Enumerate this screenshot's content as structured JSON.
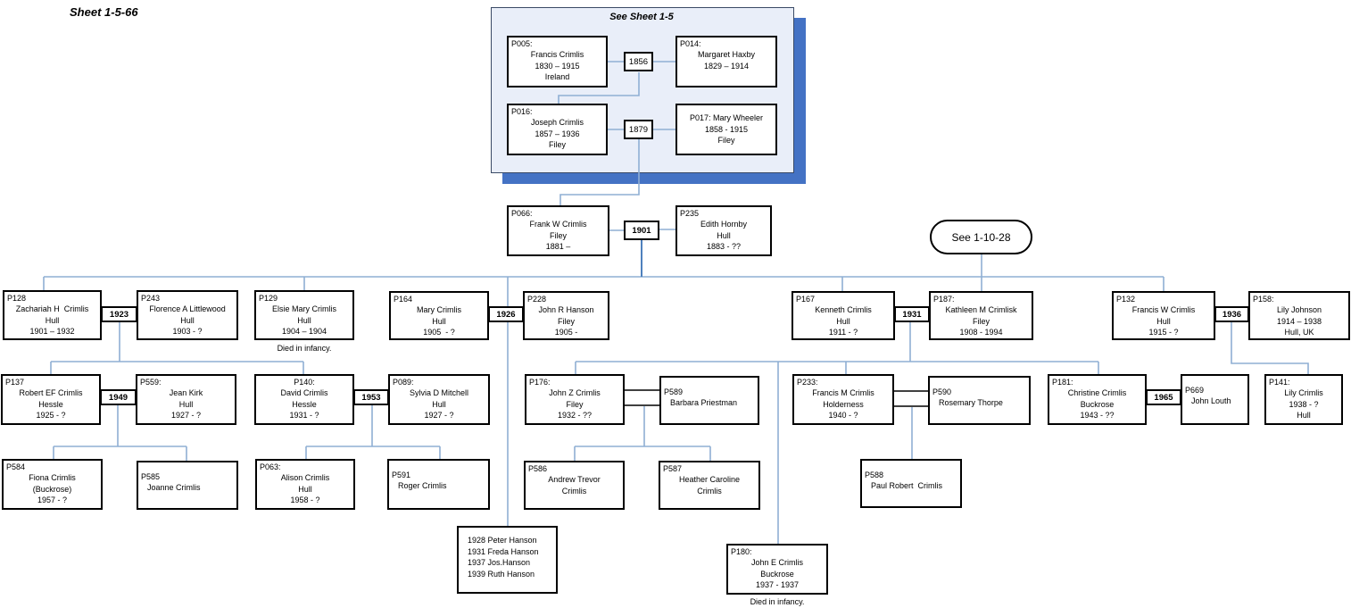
{
  "title": "Sheet 1-5-66",
  "panel": {
    "title": "See Sheet 1-5"
  },
  "oval": {
    "label": "See 1-10-28"
  },
  "persons": {
    "p005": {
      "id": "P005:",
      "body": "Francis Crimlis\n1830 – 1915\nIreland"
    },
    "p014": {
      "id": "P014:",
      "body": "Margaret Haxby\n1829 – 1914"
    },
    "p016": {
      "id": "P016:",
      "body": "Joseph Crimlis\n1857 – 1936\nFiley"
    },
    "p017": {
      "id": "",
      "body": "P017: Mary Wheeler\n1858 - 1915\nFiley"
    },
    "p066": {
      "id": "P066:",
      "body": "Frank W Crimlis\nFiley\n1881 –"
    },
    "p235": {
      "id": "P235",
      "body": "Edith Hornby\nHull\n1883 - ??"
    },
    "p128": {
      "id": "P128",
      "body": "Zachariah H  Crimlis\nHull\n1901 – 1932"
    },
    "p243": {
      "id": "P243",
      "body": "Florence A Littlewood\nHull\n1903 - ?"
    },
    "p129": {
      "id": "P129",
      "body": "Elsie Mary Crimlis\nHull\n1904 – 1904"
    },
    "p164": {
      "id": "P164",
      "body": "Mary Crimlis\nHull\n1905  - ?"
    },
    "p228": {
      "id": "P228",
      "body": "John R Hanson\nFiley\n1905 -"
    },
    "p167": {
      "id": "P167",
      "body": "Kenneth Crimlis\nHull\n1911 - ?"
    },
    "p187": {
      "id": "P187:",
      "body": "Kathleen M Crimlisk\nFiley\n1908 - 1994"
    },
    "p132": {
      "id": "P132",
      "body": "Francis W Crimlis\nHull\n1915 - ?"
    },
    "p158": {
      "id": "P158:",
      "body": "Lily Johnson\n1914 – 1938\nHull, UK"
    },
    "p137": {
      "id": "P137",
      "body": "Robert EF Crimlis\nHessle\n1925 - ?"
    },
    "p559": {
      "id": "P559:",
      "body": "Jean Kirk\nHull\n1927 - ?"
    },
    "p140": {
      "id": "P140:",
      "body": "David Crimlis\nHessle\n1931 - ?"
    },
    "p089": {
      "id": "P089:",
      "body": "Sylvia D Mitchell\nHull\n1927 - ?"
    },
    "p176": {
      "id": "P176:",
      "body": "John Z Crimlis\nFiley\n1932 - ??"
    },
    "p589": {
      "id": "P589",
      "body": "Barbara Priestman"
    },
    "p233": {
      "id": "P233:",
      "body": "Francis M Crimlis\nHolderness\n1940 - ?"
    },
    "p590": {
      "id": "P590",
      "body": "Rosemary Thorpe"
    },
    "p181": {
      "id": "P181:",
      "body": "Christine Crimlis\nBuckrose\n1943 - ??"
    },
    "p669": {
      "id": "P669",
      "body": "John Louth"
    },
    "p141": {
      "id": "P141:",
      "body": "Lily Crimlis\n1938 - ?\nHull"
    },
    "p584": {
      "id": "P584",
      "body": "Fiona Crimlis\n(Buckrose)\n1957 - ?"
    },
    "p585": {
      "id": "P585",
      "body": "Joanne Crimlis"
    },
    "p063": {
      "id": "P063:",
      "body": "Alison Crimlis\nHull\n1958 - ?"
    },
    "p591": {
      "id": "P591",
      "body": "Roger Crimlis"
    },
    "p586": {
      "id": "P586",
      "body": "Andrew Trevor\nCrimlis"
    },
    "p587": {
      "id": "P587",
      "body": "Heather Caroline\nCrimlis"
    },
    "p588": {
      "id": "P588",
      "body": "Paul Robert  Crimlis"
    },
    "p180": {
      "id": "P180:",
      "body": "John E Crimlis\nBuckrose\n1937 - 1937"
    }
  },
  "marriages": {
    "y1856": "1856",
    "y1879": "1879",
    "y1901": "1901",
    "y1923": "1923",
    "y1926": "1926",
    "y1931": "1931",
    "y1936": "1936",
    "y1949": "1949",
    "y1953": "1953",
    "y1965": "1965"
  },
  "hanson_list": {
    "lines": "1928 Peter Hanson\n1931 Freda Hanson\n1937 Jos.Hanson\n1939 Ruth Hanson"
  },
  "notes": {
    "died_infancy_p129": "Died in infancy.",
    "died_infancy_p180": "Died in infancy."
  },
  "colors": {
    "line": "#8fafd4",
    "line_dark": "#4f81bd",
    "panel_fill": "#e9eef9",
    "panel_shadow": "#4472c4",
    "box_border": "#000000"
  }
}
